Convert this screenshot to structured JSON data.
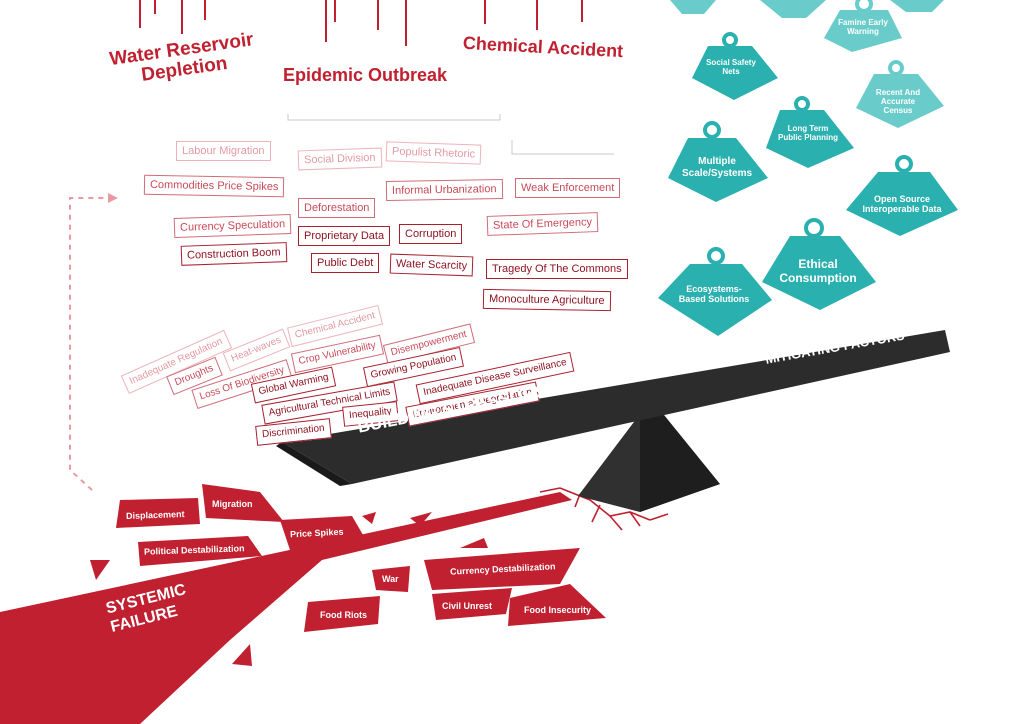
{
  "hazards": [
    "Water Reservoir Depletion",
    "Epidemic Outbreak",
    "Chemical Accident"
  ],
  "stressors_upper": [
    {
      "label": "Labour Migration",
      "shade": "light"
    },
    {
      "label": "Social Division",
      "shade": "light"
    },
    {
      "label": "Populist Rhetoric",
      "shade": "light"
    },
    {
      "label": "Commodities Price Spikes",
      "shade": "mid"
    },
    {
      "label": "Informal Urbanization",
      "shade": "mid"
    },
    {
      "label": "Weak Enforcement",
      "shade": "mid"
    },
    {
      "label": "Deforestation",
      "shade": "mid"
    },
    {
      "label": "Currency Speculation",
      "shade": "mid"
    },
    {
      "label": "Proprietary Data",
      "shade": "dark"
    },
    {
      "label": "Corruption",
      "shade": "dark"
    },
    {
      "label": "State Of Emergency",
      "shade": "mid"
    },
    {
      "label": "Construction Boom",
      "shade": "dark"
    },
    {
      "label": "Public Debt",
      "shade": "dark"
    },
    {
      "label": "Water Scarcity",
      "shade": "dark"
    },
    {
      "label": "Tragedy Of The Commons",
      "shade": "dark"
    },
    {
      "label": "Monoculture Agriculture",
      "shade": "dark"
    }
  ],
  "stressors_pile": [
    {
      "label": "Inadequate Regulation",
      "shade": "light"
    },
    {
      "label": "Heat-waves",
      "shade": "light"
    },
    {
      "label": "Chemical Accident",
      "shade": "light"
    },
    {
      "label": "Droughts",
      "shade": "mid"
    },
    {
      "label": "Crop Vulnerability",
      "shade": "mid"
    },
    {
      "label": "Disempowerment",
      "shade": "mid"
    },
    {
      "label": "Loss Of Biodiversity",
      "shade": "mid"
    },
    {
      "label": "Growing Population",
      "shade": "dark"
    },
    {
      "label": "Global Warming",
      "shade": "dark"
    },
    {
      "label": "Inadequate Disease Surveillance",
      "shade": "dark"
    },
    {
      "label": "Agricultural Technical Limits",
      "shade": "dark"
    },
    {
      "label": "Environmental Degradation",
      "shade": "dark"
    },
    {
      "label": "Inequality",
      "shade": "dark"
    },
    {
      "label": "Discrimination",
      "shade": "dark"
    }
  ],
  "mitigations": [
    "Famine Early Warning",
    "Social Safety Nets",
    "Recent And Accurate Census",
    "Long Term Public Planning",
    "Multiple Scale/Systems",
    "Open Source Interoperable Data",
    "Ethical Consumption",
    "Ecosystems-Based Solutions"
  ],
  "beam": {
    "left_label": "BUILDING STRESSORS",
    "right_label": "MITIGATING FACTORS"
  },
  "outcomes": [
    "Displacement",
    "Migration",
    "Political Destabilization",
    "Price Spikes",
    "War",
    "Currency Destabilization",
    "Food Riots",
    "Civil Unrest",
    "Food Insecurity"
  ],
  "failure_label": "SYSTEMIC FAILURE",
  "colors": {
    "red": "#c0202f",
    "teal": "#2ab0ae",
    "teal_light": "#69cccb",
    "beam": "#2c2c2c"
  }
}
